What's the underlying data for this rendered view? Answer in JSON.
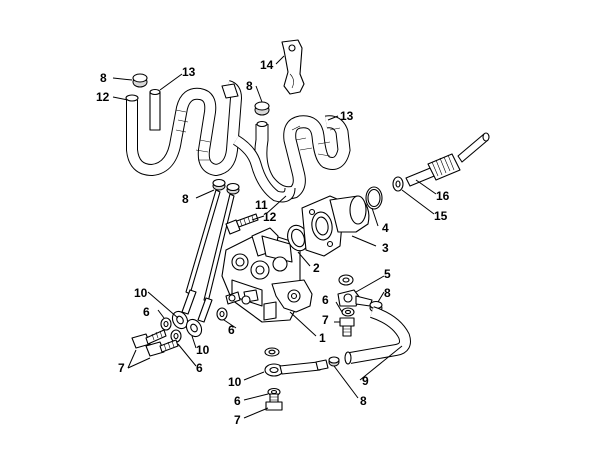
{
  "callouts": [
    {
      "id": "c1",
      "label": "1"
    },
    {
      "id": "c2",
      "label": "2"
    },
    {
      "id": "c3",
      "label": "3"
    },
    {
      "id": "c4",
      "label": "4"
    },
    {
      "id": "c5",
      "label": "5"
    },
    {
      "id": "c6a",
      "label": "6"
    },
    {
      "id": "c6b",
      "label": "6"
    },
    {
      "id": "c6c",
      "label": "6"
    },
    {
      "id": "c6d",
      "label": "6"
    },
    {
      "id": "c6e",
      "label": "6"
    },
    {
      "id": "c7a",
      "label": "7"
    },
    {
      "id": "c7b",
      "label": "7"
    },
    {
      "id": "c7c",
      "label": "7"
    },
    {
      "id": "c8a",
      "label": "8"
    },
    {
      "id": "c8b",
      "label": "8"
    },
    {
      "id": "c8c",
      "label": "8"
    },
    {
      "id": "c8d",
      "label": "8"
    },
    {
      "id": "c8e",
      "label": "8"
    },
    {
      "id": "c9",
      "label": "9"
    },
    {
      "id": "c10a",
      "label": "10"
    },
    {
      "id": "c10b",
      "label": "10"
    },
    {
      "id": "c10c",
      "label": "10"
    },
    {
      "id": "c11",
      "label": "11"
    },
    {
      "id": "c12a",
      "label": "12"
    },
    {
      "id": "c12b",
      "label": "12"
    },
    {
      "id": "c13a",
      "label": "13"
    },
    {
      "id": "c13b",
      "label": "13"
    },
    {
      "id": "c14",
      "label": "14"
    },
    {
      "id": "c15",
      "label": "15"
    },
    {
      "id": "c16",
      "label": "16"
    }
  ]
}
